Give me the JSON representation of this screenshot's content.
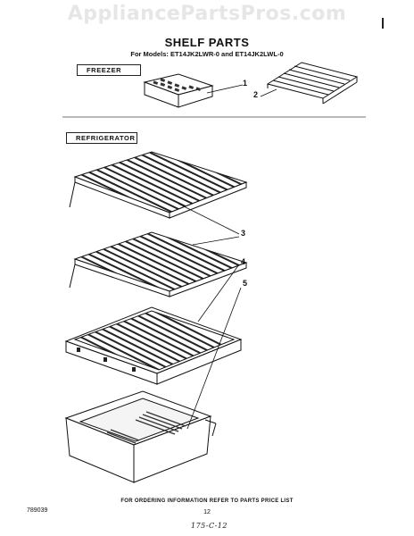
{
  "watermark": "AppliancePartsPros.com",
  "title": "SHELF PARTS",
  "models": "For Models: ET14JK2LWR-0 and ET14JK2LWL-0",
  "sections": {
    "freezer": "FREEZER",
    "refrigerator": "REFRIGERATOR"
  },
  "callouts": [
    "1",
    "2",
    "3",
    "4",
    "5"
  ],
  "footer": {
    "ordering": "FOR ORDERING INFORMATION REFER TO PARTS PRICE LIST",
    "doc_number": "789039",
    "page_number": "12",
    "handwritten": "175-C-12"
  }
}
